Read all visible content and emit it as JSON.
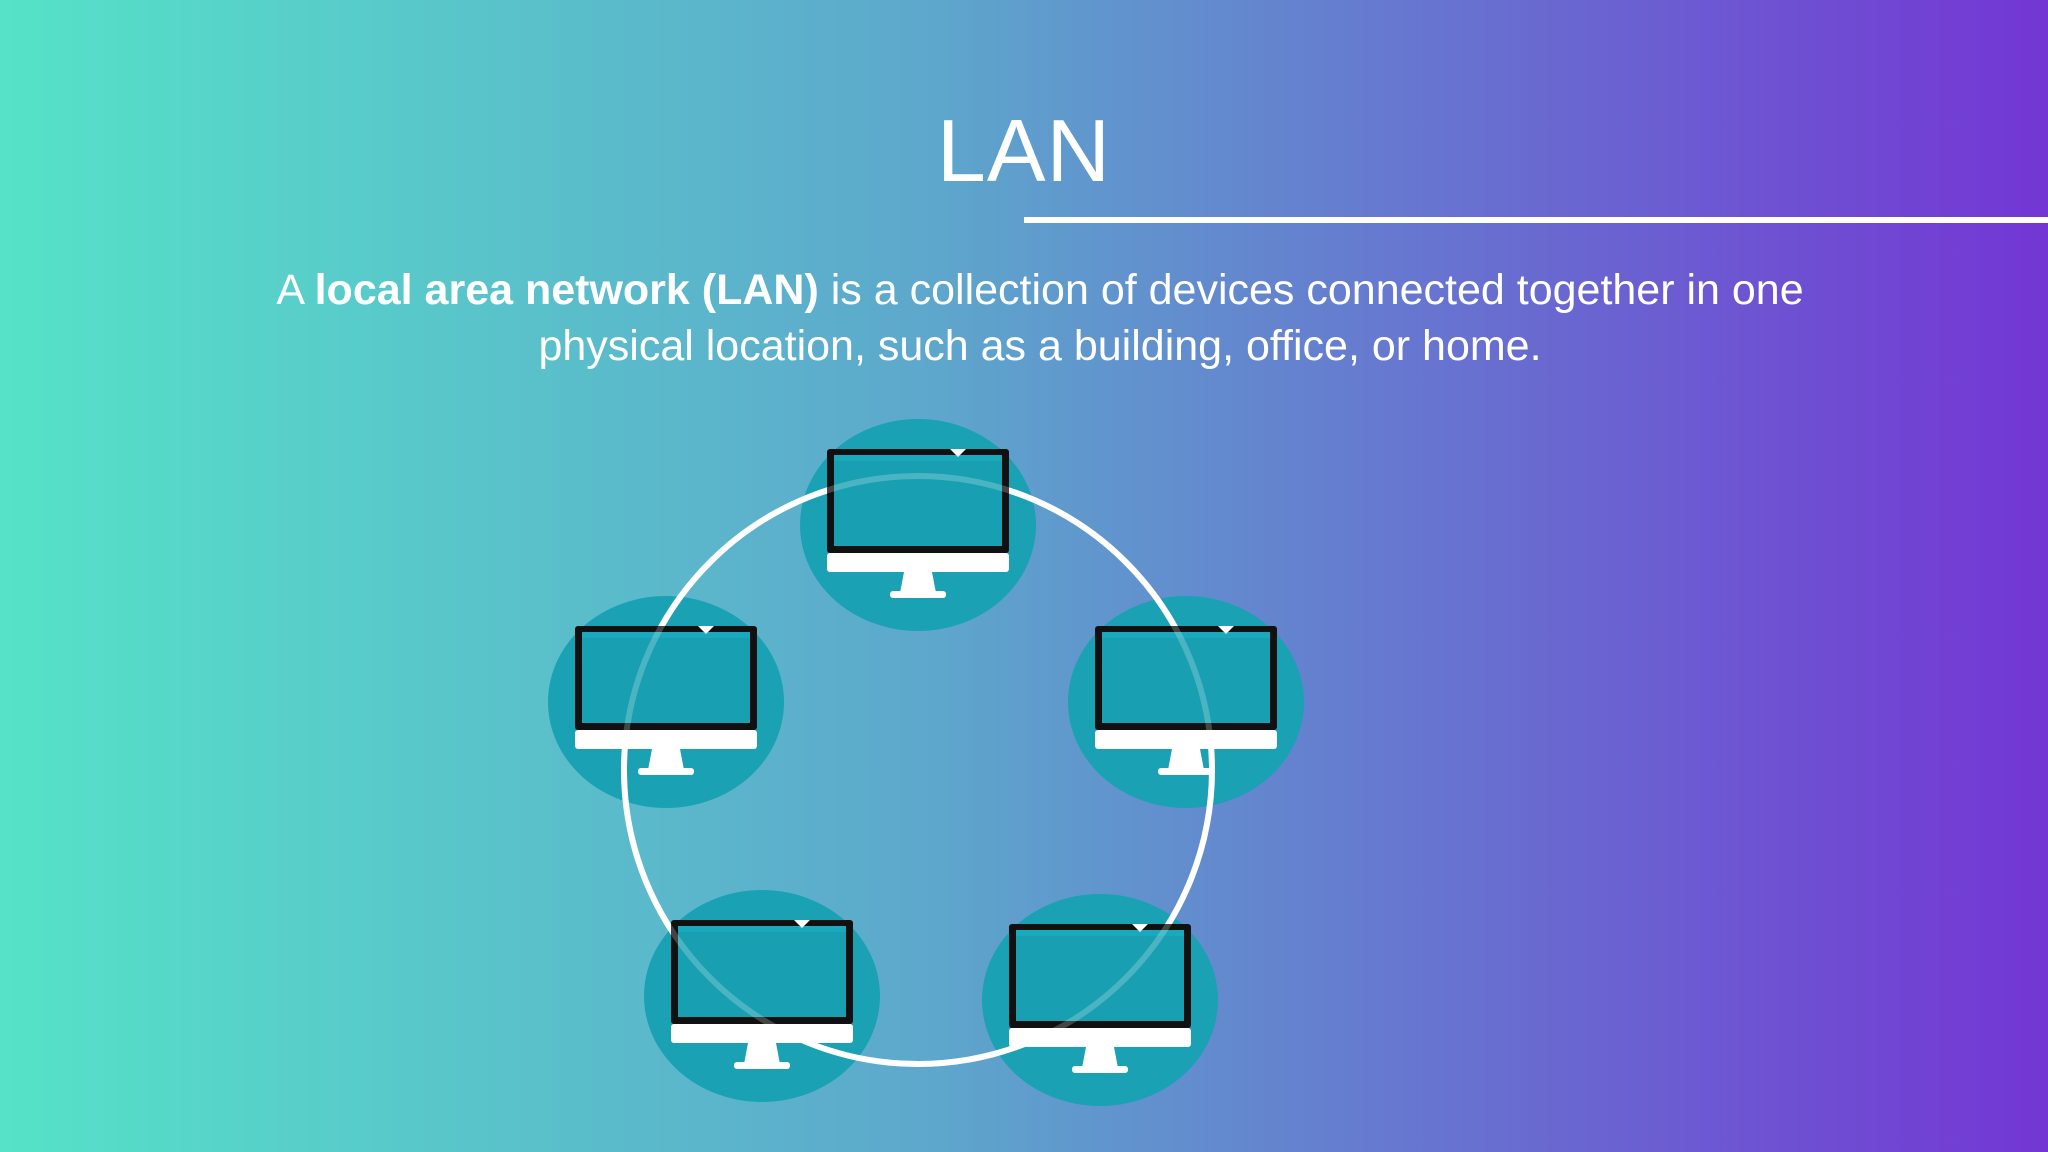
{
  "slide": {
    "title": "LAN",
    "body": {
      "lead": "A ",
      "term": "local area network (LAN)",
      "rest": " is a collection of devices connected together in one physical location, such as a building, office, or home."
    },
    "diagram": {
      "topology": "ring",
      "node_count": 5,
      "node_icon": "desktop-monitor-icon"
    }
  },
  "colors": {
    "gradient_start": "#55e2c8",
    "gradient_mid": "#5da8cc",
    "gradient_end": "#7336d4",
    "node_circle": "#1aa1b4",
    "screen": "#189fb2",
    "ring": "#ffffff",
    "text": "#ffffff"
  }
}
